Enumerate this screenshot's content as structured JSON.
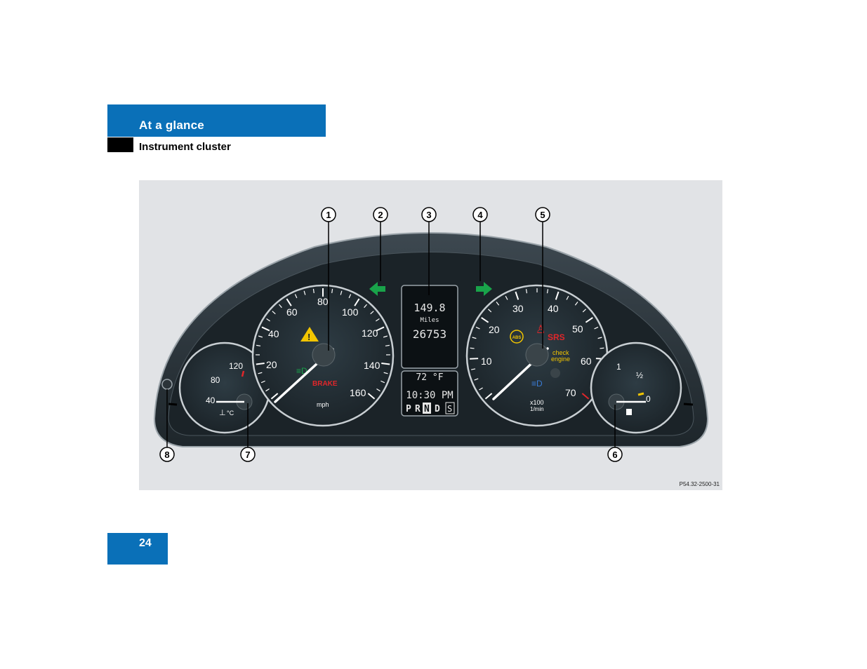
{
  "header": {
    "section": "At a glance",
    "subsection": "Instrument cluster"
  },
  "page_number": "24",
  "figure_ref": "P54.32-2500-31",
  "callouts": [
    "1",
    "2",
    "3",
    "4",
    "5",
    "6",
    "7",
    "8"
  ],
  "speedometer": {
    "labels": [
      "20",
      "40",
      "60",
      "80",
      "100",
      "120",
      "140",
      "160"
    ],
    "unit": "mph",
    "brake_label": "BRAKE"
  },
  "tachometer": {
    "labels": [
      "10",
      "20",
      "30",
      "40",
      "50",
      "60",
      "70"
    ],
    "unit_line1": "x100",
    "unit_line2": "1/min",
    "srs_label": "SRS",
    "abs_label": "ABS",
    "check_engine_line1": "check",
    "check_engine_line2": "engine"
  },
  "coolant": {
    "labels": [
      "40",
      "80",
      "120"
    ],
    "unit": "°C"
  },
  "fuel": {
    "labels": [
      "1",
      "½",
      "0"
    ]
  },
  "display": {
    "trip": "149.8",
    "trip_unit": "Miles",
    "odometer": "26753",
    "temperature": "72 °F",
    "time": "10:30 PM",
    "gears": [
      "P",
      "R",
      "N",
      "D"
    ],
    "selected_gear": "N",
    "mode": "S"
  },
  "colors": {
    "brand_blue": "#0a70b8",
    "indicator_green": "#19a34a",
    "warning_red": "#e0262a",
    "warning_yellow": "#f2c500",
    "headlamp_blue": "#3a7bd5"
  }
}
